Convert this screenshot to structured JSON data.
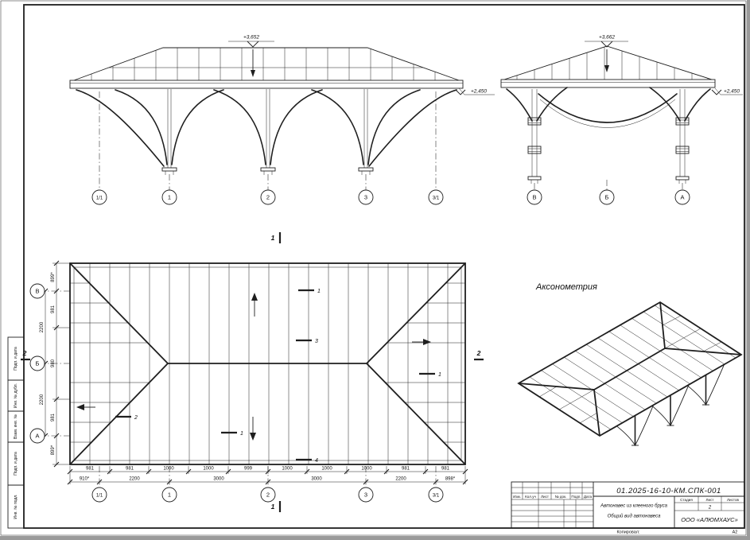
{
  "sheet": {
    "copied_label": "Копировал:",
    "format_label": "А2"
  },
  "frame_strip": {
    "fields": [
      "Инв. № подл.",
      "Подп. и дата",
      "Взам. инв. №",
      "Инв. № дубл.",
      "Подп. и дата"
    ]
  },
  "title_block": {
    "doc_number": "01.2025-16-10-КМ.СПК-001",
    "rev_headers": [
      "Изм.",
      "Кол.уч",
      "Лист",
      "№ док.",
      "Подп.",
      "Дата"
    ],
    "project_title": "Автонавес из клееного бруса",
    "drawing_title": "Общий вид автонавеса",
    "stage_label": "Стадия",
    "sheet_label": "Лист",
    "sheets_label": "Листов",
    "sheet_number": "2",
    "company": "ООО «АЛЮМХАУС»"
  },
  "front_elevation": {
    "level_ridge": "+3,652",
    "level_eave": "+2,450",
    "axes": [
      "1/1",
      "1",
      "2",
      "3",
      "3/1"
    ]
  },
  "side_elevation": {
    "level_ridge": "+3,662",
    "level_eave": "+2,450",
    "axes": [
      "В",
      "Б",
      "А"
    ]
  },
  "plan": {
    "axes_bottom": [
      "1/1",
      "1",
      "2",
      "3",
      "3/1"
    ],
    "axes_left": [
      "В",
      "Б",
      "А"
    ],
    "dims_row1": [
      "981",
      "981",
      "1000",
      "1000",
      "999",
      "1000",
      "1000",
      "1000",
      "981",
      "981"
    ],
    "dims_row2": [
      "910*",
      "2200",
      "3000",
      "3000",
      "2200",
      "898*"
    ],
    "dims_left_inner": [
      "899*",
      "981",
      "980",
      "981",
      "899*"
    ],
    "dims_left_outer": [
      "2200",
      "2200"
    ],
    "section_1": "1",
    "section_2": "2",
    "callouts": [
      "1",
      "3",
      "1",
      "2",
      "1",
      "4"
    ]
  },
  "axonometry": {
    "title": "Аксонометрия"
  }
}
